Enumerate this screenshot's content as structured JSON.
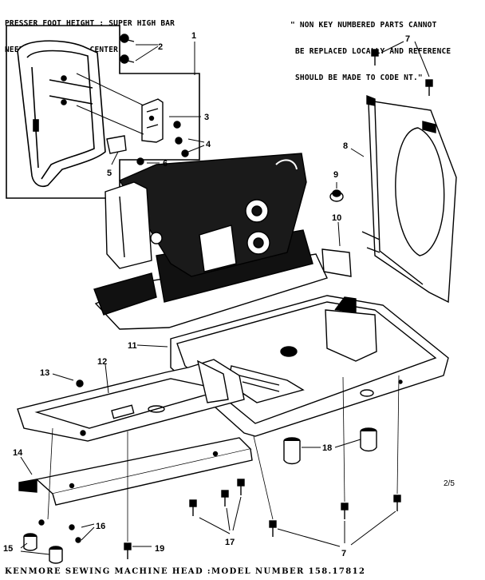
{
  "header": {
    "left_line1": "PRESSER FOOT HEIGHT : SUPER HIGH BAR",
    "left_line2": "NEEDLE POSITION : CENTER",
    "note_line1": "\" NON KEY NUMBERED PARTS CANNOT",
    "note_line2": "BE REPLACED LOCALLY AND REFERENCE",
    "note_line3": "SHOULD BE MADE TO CODE NT.\""
  },
  "callouts": {
    "c1": "1",
    "c2": "2",
    "c3": "3",
    "c4": "4",
    "c5": "5",
    "c6": "6",
    "c7a": "7",
    "c7b": "7",
    "c8": "8",
    "c9": "9",
    "c10": "10",
    "c11": "11",
    "c12": "12",
    "c13": "13",
    "c14": "14",
    "c15": "15",
    "c16": "16",
    "c17": "17",
    "c18": "18",
    "c19": "19"
  },
  "page_fraction": "2/5",
  "footer": "KENMORE SEWING MACHINE HEAD :MODEL NUMBER 158.17812",
  "colors": {
    "ink": "#000000",
    "paper": "#ffffff"
  }
}
